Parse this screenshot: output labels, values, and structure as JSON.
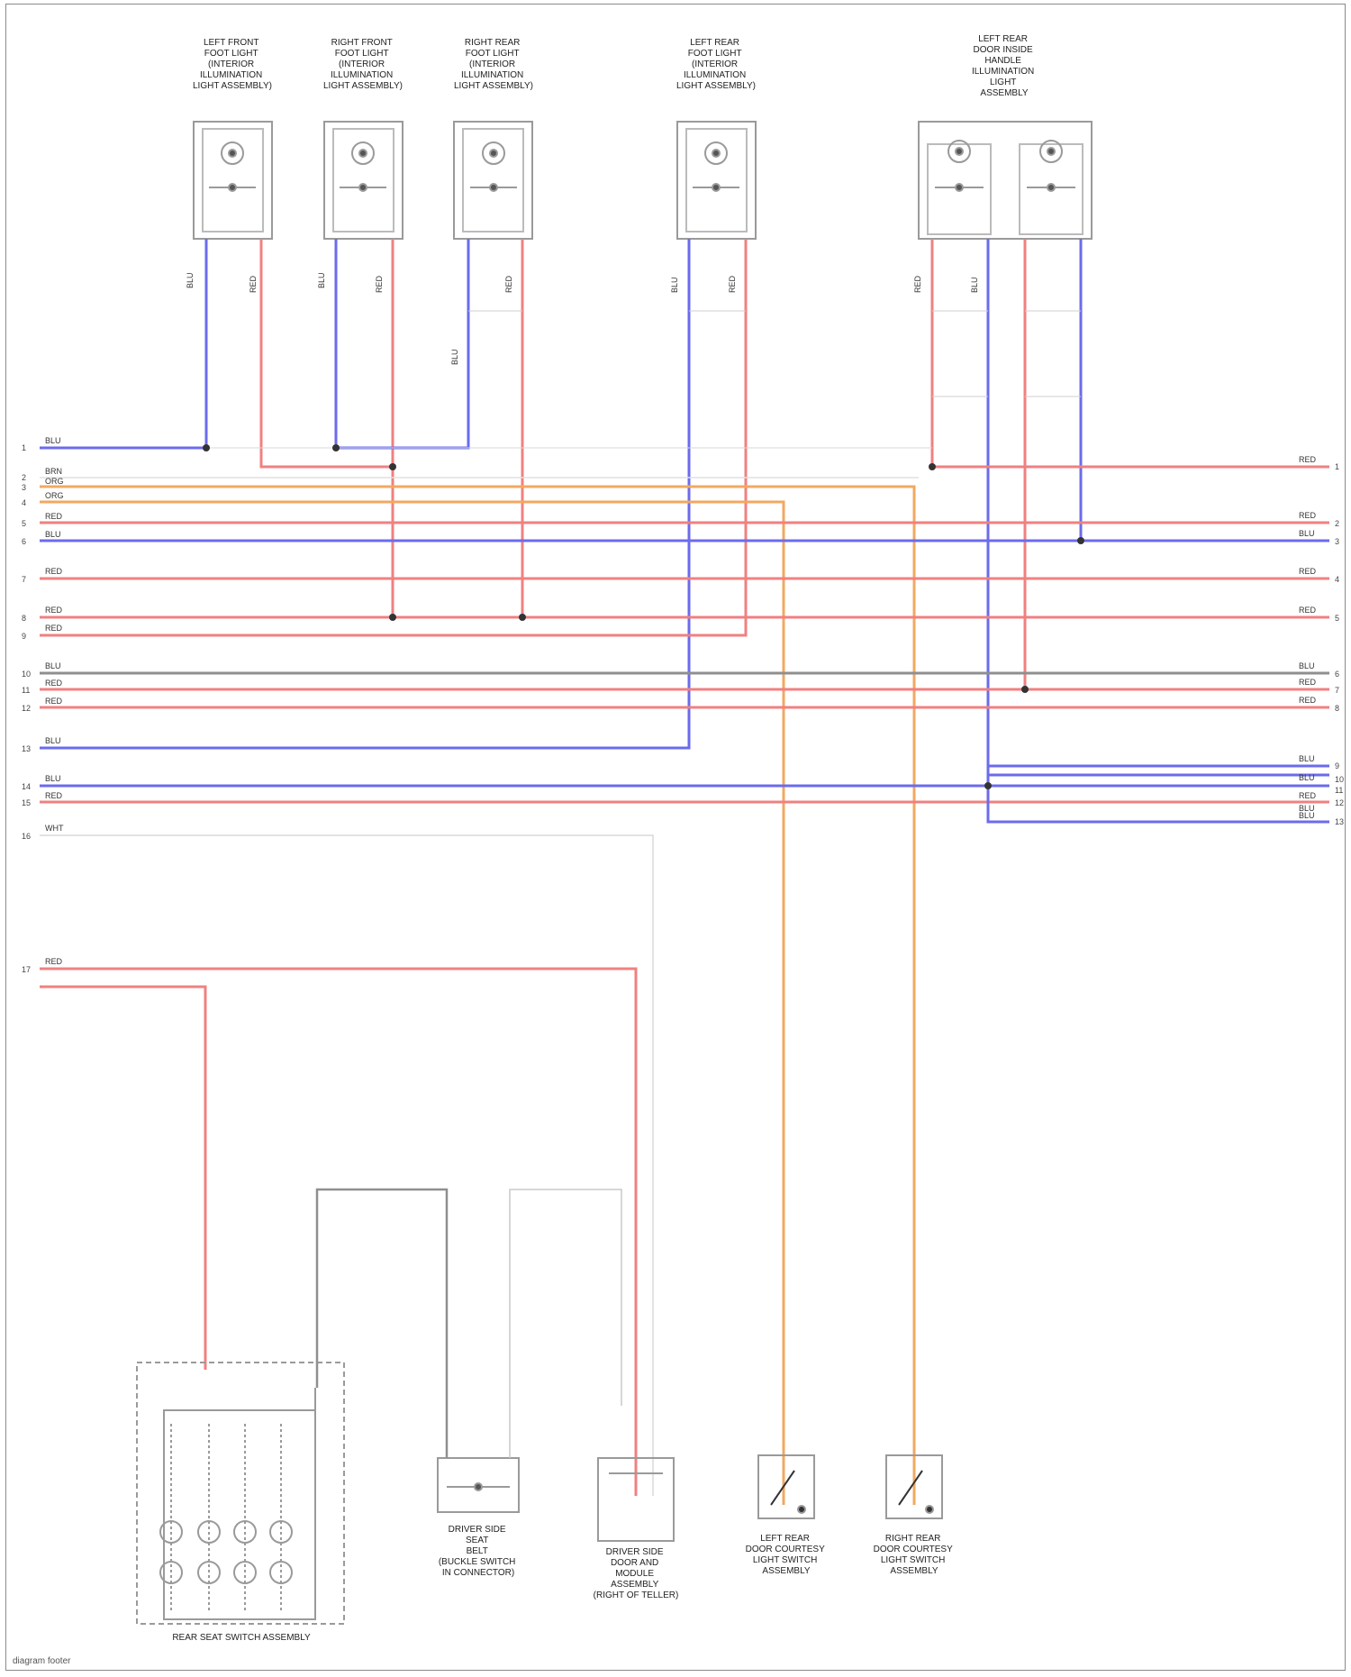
{
  "colors": {
    "blu": "#6b6bee",
    "red": "#f08080",
    "orange": "#f2a860",
    "gray": "#8f8f8f",
    "lightgray": "#c8c8c8",
    "frame": "#8a8a8a",
    "component": "#9a9a9a"
  },
  "top_components": [
    {
      "id": "lf-foot",
      "lines": [
        "LEFT FRONT",
        "FOOT LIGHT",
        "(INTERIOR",
        "ILLUMINATION",
        "LIGHT ASSEMBLY)"
      ],
      "label_a": "BLU",
      "label_b": "RED"
    },
    {
      "id": "rf-foot",
      "lines": [
        "RIGHT FRONT",
        "FOOT LIGHT",
        "(INTERIOR",
        "ILLUMINATION",
        "LIGHT ASSEMBLY)"
      ],
      "label_a": "BLU",
      "label_b": "RED"
    },
    {
      "id": "rr-foot",
      "lines": [
        "RIGHT REAR",
        "FOOT LIGHT",
        "(INTERIOR",
        "ILLUMINATION",
        "LIGHT ASSEMBLY)"
      ],
      "label_a": "BLU",
      "label_b": "RED"
    },
    {
      "id": "lr-foot",
      "lines": [
        "LEFT REAR",
        "FOOT LIGHT",
        "(INTERIOR",
        "ILLUMINATION",
        "LIGHT ASSEMBLY)"
      ],
      "label_a": "BLU",
      "label_b": "RED"
    },
    {
      "id": "lr-door-handle",
      "lines": [
        "LEFT REAR",
        "DOOR INSIDE",
        "HANDLE",
        "ILLUMINATION",
        "LIGHT",
        "ASSEMBLY"
      ],
      "label_a": "RED",
      "label_b": "BLU"
    }
  ],
  "bottom_components": [
    {
      "id": "rear-seat-switch",
      "lines": [
        "REAR SEAT SWITCH ASSEMBLY"
      ]
    },
    {
      "id": "door-sensor",
      "lines": [
        "DRIVER SIDE",
        "SEAT",
        "BELT",
        "(BUCKLE SWITCH",
        "IN CONNECTOR)"
      ]
    },
    {
      "id": "door-module",
      "lines": [
        "DRIVER SIDE",
        "DOOR AND",
        "MODULE",
        "ASSEMBLY",
        "(RIGHT OF TELLER)"
      ]
    },
    {
      "id": "lr-courtesy-switch",
      "lines": [
        "LEFT REAR",
        "DOOR COURTESY",
        "LIGHT SWITCH",
        "ASSEMBLY"
      ]
    },
    {
      "id": "rr-courtesy-switch",
      "lines": [
        "RIGHT REAR",
        "DOOR COURTESY",
        "LIGHT SWITCH",
        "ASSEMBLY"
      ]
    }
  ],
  "left_connector": {
    "pins": [
      "1",
      "2",
      "3",
      "4",
      "5",
      "6",
      "7",
      "8",
      "9",
      "10",
      "11",
      "12",
      "13",
      "14",
      "15",
      "16",
      "17"
    ],
    "labels": [
      "BLU",
      "BRN",
      "ORG",
      "ORG",
      "RED",
      "BLU",
      "RED",
      "RED",
      "RED",
      "BLU",
      "RED",
      "RED",
      "BLU",
      "BLU",
      "RED",
      "WHT",
      "RED"
    ]
  },
  "right_connector": {
    "pins": [
      "1",
      "2",
      "3",
      "4",
      "5",
      "6",
      "7",
      "8",
      "9",
      "10",
      "11",
      "12",
      "13"
    ],
    "labels": [
      "RED",
      "RED",
      "BLU",
      "RED",
      "RED",
      "BLU",
      "RED",
      "RED",
      "BLU",
      "BLU",
      "RED",
      "BLU",
      "BLU"
    ]
  },
  "footer": "diagram footer"
}
